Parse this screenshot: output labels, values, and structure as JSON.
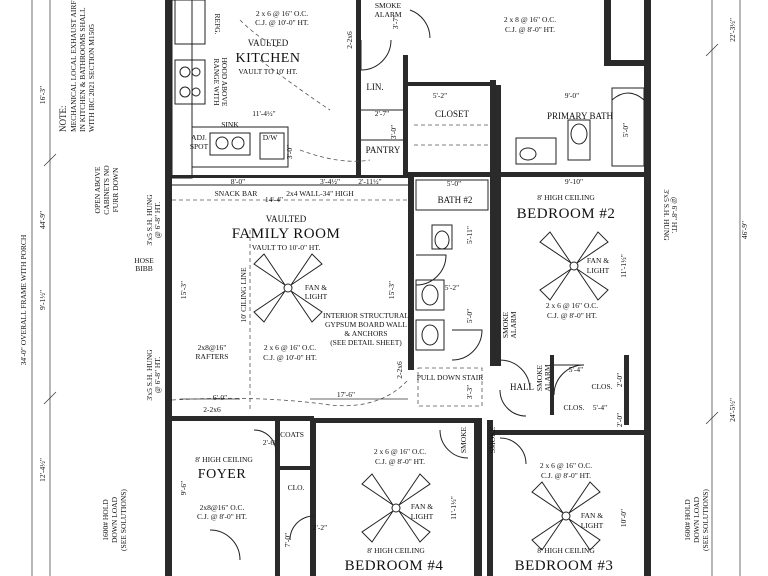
{
  "rooms": {
    "kitchen": {
      "prefix": "VAULTED",
      "name": "KITCHEN",
      "note": "VAULT TO 10' HT."
    },
    "family": {
      "prefix": "VAULTED",
      "name": "FAMILY ROOM",
      "note": "VAULT TO 10'-0\" HT."
    },
    "bedroom2": {
      "ceiling": "8' HIGH CEILING",
      "name": "BEDROOM #2"
    },
    "bedroom3": {
      "ceiling": "8' HIGH CEILING",
      "name": "BEDROOM #3"
    },
    "bedroom4": {
      "ceiling": "8' HIGH CEILING",
      "name": "BEDROOM #4"
    },
    "foyer": {
      "ceiling": "8' HIGH CEILING",
      "name": "FOYER"
    },
    "bath2": "BATH #2",
    "primary_bath": "PRIMARY BATH",
    "closet": "CLOSET",
    "pantry": "PANTRY",
    "linen": "LIN.",
    "hall": "HALL",
    "coats": "COATS",
    "clo": "CLO.",
    "clos1": "CLOS.",
    "clos2": "CLOS."
  },
  "framing": {
    "kitchen_rafter": "2 x 6 @ 16\" O.C.",
    "kitchen_cj": "C.J. @ 10'-0\" HT.",
    "top_rafter": "2 x 8 @ 16\" O.C.",
    "top_cj": "C.J. @ 8'-0\" HT.",
    "bed2_rafter": "2 x 6 @ 16\" O.C.",
    "bed2_cj": "C.J. @ 8'-0\" HT.",
    "family_rafter": "2 x 6 @ 16\" O.C.",
    "family_cj": "C.J. @ 10'-0\" HT.",
    "bed4_rafter": "2 x 6 @ 16\" O.C.",
    "bed4_cj": "C.J. @ 8'-0\" HT.",
    "bed3_rafter": "2 x 6 @ 16\" O.C.",
    "bed3_cj": "C.J. @ 8'-0\" HT.",
    "foyer_rafter": "2x8@16\" O.C.",
    "foyer_cj": "C.J. @ 8'-0\" HT.",
    "rafters_label": "2x8@16\"",
    "rafters_word": "RAFTERS"
  },
  "labels": {
    "fan_light_a": "FAN &",
    "fan_light_b": "LIGHT",
    "snack_bar": "SNACK BAR",
    "half_wall": "2x4 WALL-34\" HIGH",
    "sink": "SINK",
    "dw": "D/W",
    "adj_spot_a": "ADJ.",
    "adj_spot_b": "SPOT",
    "refg": "REFG.",
    "range_a": "RANGE WITH",
    "range_b": "HOOD ABOVE",
    "ceiling_line": "10' CILING LINE",
    "pull_down_stair": "PULL DOWN STAIR",
    "smoke": "SMOKE",
    "alarm": "ALARM",
    "hose_a": "HOSE",
    "hose_b": "BIBB",
    "sh_hung_a": "3'x5 S.H. HUNG",
    "sh_hung_b": "@ 6'-8\" HT.",
    "interior_a": "INTERIOR STRUCTURAL",
    "interior_b": "GYPSUM BOARD WALL",
    "interior_c": "& ANCHORS",
    "interior_d": "(SEE DETAIL SHEET)",
    "note_title": "NOTE:",
    "note_1": "MECHANICAL LOCAL EXHAUST AIRFLOW",
    "note_2": "IN KITCHEN & BATHROOMS SHALL",
    "note_3": "WITH IRC 2021 SECTION M1505",
    "open_cab_1": "OPEN ABOVE",
    "open_cab_2": "CABINETS NO",
    "open_cab_3": "FURR DOWN",
    "overall": "34'-0\" OVERALL FRAME WITH PORCH",
    "hold_a": "1600# HOLD",
    "hold_b": "DOWN LOAD",
    "hold_c": "(SEE SOLUTIONS)"
  },
  "dims": {
    "d_16_3": "16'-3\"",
    "d_44_9": "44'-9\"",
    "d_9_1": "9'-1½\"",
    "d_12_4": "12'-4½\"",
    "d_46_9": "46'-9\"",
    "d_22_3": "22'-3½\"",
    "d_24_5": "24'-5½\"",
    "d_11_4": "11'-4½\"",
    "d_8_0": "8'-0\"",
    "d_14_4": "14'-4\"",
    "d_3_4": "3'-4½\"",
    "d_2_11": "2'-11½\"",
    "d_15_3a": "15'-3\"",
    "d_15_3b": "15'-3\"",
    "d_17_6": "17'-6\"",
    "d_6_0": "6'-0\"",
    "d_2_2x6": "2-2x6",
    "d_5_0a": "5'-0\"",
    "d_5_11": "5'-11\"",
    "d_5_2a": "5'-2\"",
    "d_5_2b": "5'-2\"",
    "d_5_0b": "5'-0\"",
    "d_9_0": "9'-0\"",
    "d_9_10": "9'-10\"",
    "d_11_1": "11'-1½\"",
    "d_10_0": "10'-0\"",
    "d_9_6": "9'-6\"",
    "d_3_7": "3'-7\"",
    "d_2_7": "2'-7\"",
    "d_3_0": "3'-0\"",
    "d_5_0c": "5'-0\"",
    "d_2_2": "2'-2\"",
    "d_7_0": "7'-0\"",
    "d_3_3": "3'-3\"",
    "d_2_0": "2'-0\"",
    "d_5_4": "5'-4\"",
    "d_2_6": "2'-6\""
  }
}
